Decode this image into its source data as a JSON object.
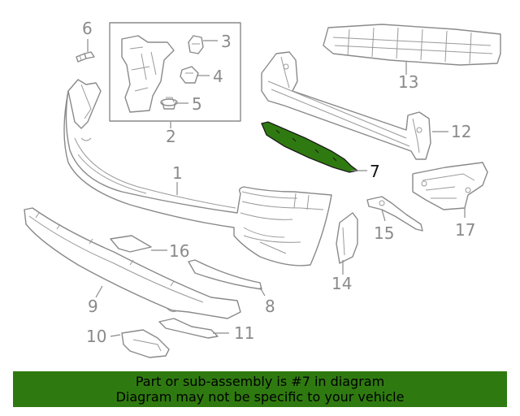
{
  "callouts": [
    {
      "id": "1",
      "label": "1"
    },
    {
      "id": "2",
      "label": "2"
    },
    {
      "id": "3",
      "label": "3"
    },
    {
      "id": "4",
      "label": "4"
    },
    {
      "id": "5",
      "label": "5"
    },
    {
      "id": "6",
      "label": "6"
    },
    {
      "id": "7",
      "label": "7",
      "highlighted": true
    },
    {
      "id": "8",
      "label": "8"
    },
    {
      "id": "9",
      "label": "9"
    },
    {
      "id": "10",
      "label": "10"
    },
    {
      "id": "11",
      "label": "11"
    },
    {
      "id": "12",
      "label": "12"
    },
    {
      "id": "13",
      "label": "13"
    },
    {
      "id": "14",
      "label": "14"
    },
    {
      "id": "15",
      "label": "15"
    },
    {
      "id": "16",
      "label": "16"
    },
    {
      "id": "17",
      "label": "17"
    }
  ],
  "banner": {
    "line1": "Part or sub-assembly is #7 in diagram",
    "line2": "Diagram may not be specific to your vehicle"
  },
  "colors": {
    "highlight": "#2f7a10",
    "banner": "#2f7a10",
    "line_art": "#8a8a8a"
  }
}
